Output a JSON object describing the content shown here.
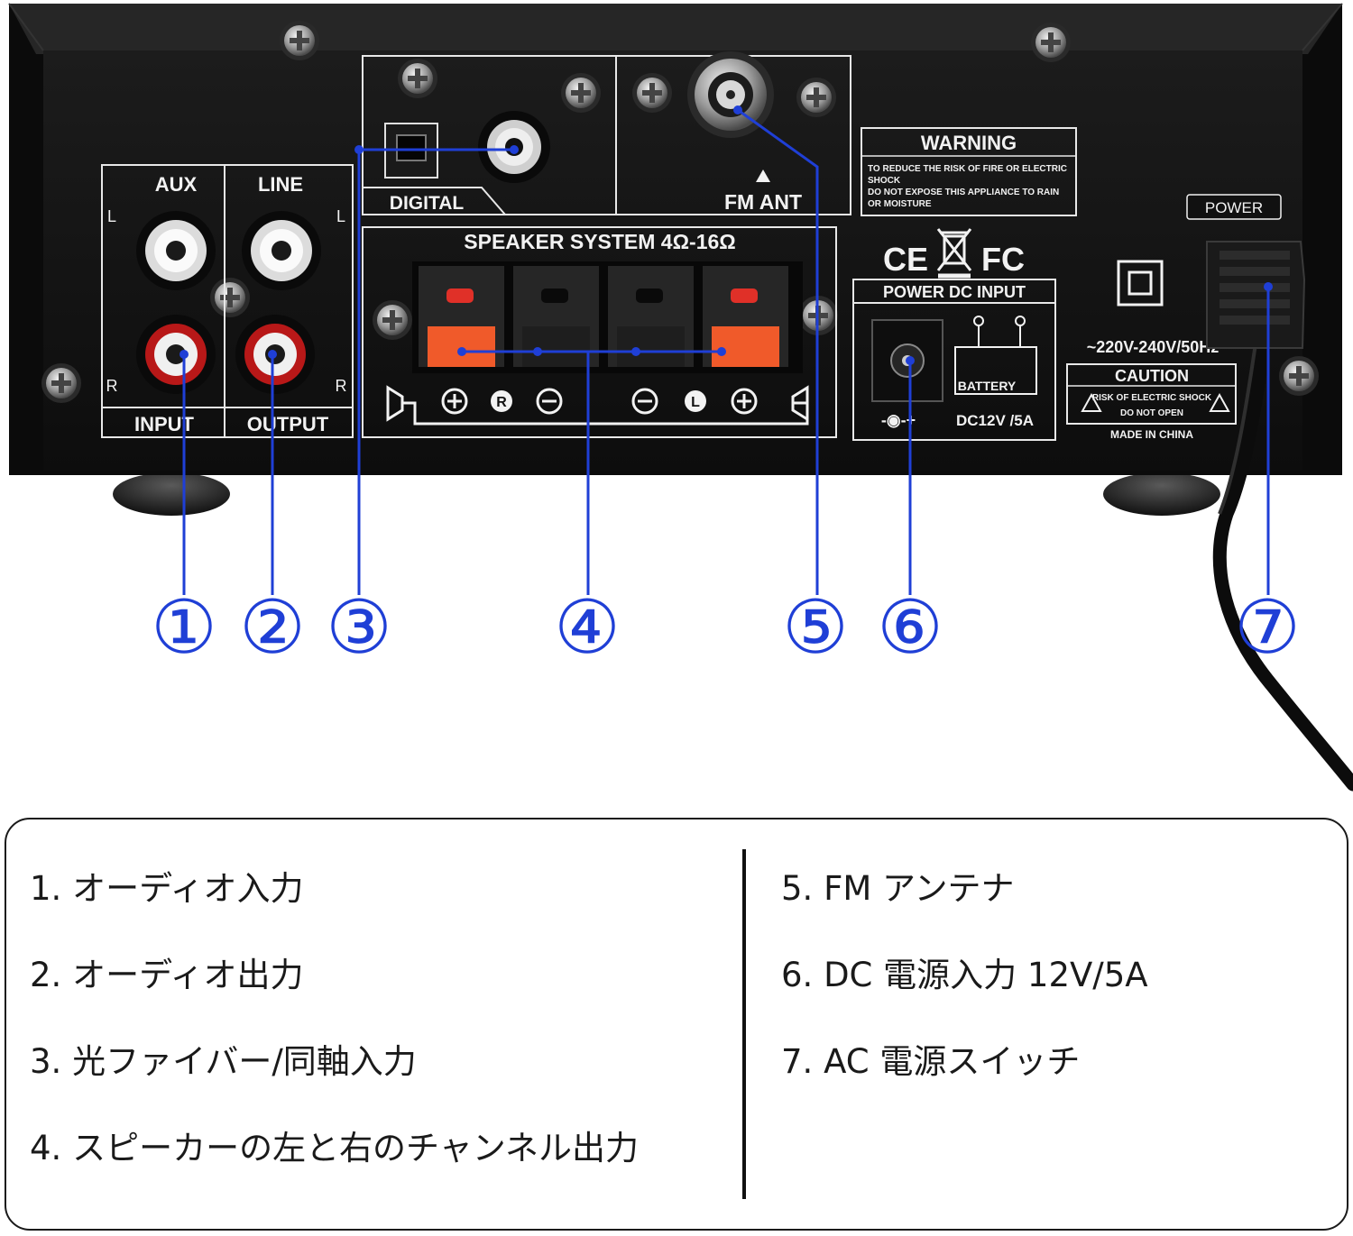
{
  "panel": {
    "aux": "AUX",
    "line": "LINE",
    "l_left": "L",
    "l_right": "L",
    "r_left": "R",
    "r_right": "R",
    "input": "INPUT",
    "output": "OUTPUT",
    "digital": "DIGITAL",
    "fm_ant": "FM ANT",
    "speaker_system": "SPEAKER SYSTEM 4Ω-16Ω",
    "speaker_r": "R",
    "speaker_l": "L",
    "power_dc_input": "POWER DC INPUT",
    "battery": "BATTERY",
    "dc_rating": "DC12V /5A",
    "dc_polarity": "-◉-+",
    "warning_title": "WARNING",
    "warning_line1": "TO REDUCE THE RISK OF FIRE OR ELECTRIC",
    "warning_line2": "SHOCK",
    "warning_line3": "DO NOT EXPOSE THIS APPLIANCE TO RAIN",
    "warning_line4": "OR MOISTURE",
    "cert_ce": "CE",
    "cert_fc": "FC",
    "power_label": "POWER",
    "ac_rating": "~220V-240V/50Hz",
    "caution_title": "CAUTION",
    "caution_line1": "RISK OF ELECTRIC SHOCK",
    "caution_line2": "DO NOT OPEN",
    "made_in": "MADE IN CHINA"
  },
  "callouts": [
    "①",
    "②",
    "③",
    "④",
    "⑤",
    "⑥",
    "⑦"
  ],
  "legend": {
    "left": [
      "1. オーディオ入力",
      "2. オーディオ出力",
      "3. 光ファイバー/同軸入力",
      "4. スピーカーの左と右のチャンネル出力"
    ],
    "right": [
      "5. FM アンテナ",
      "6. DC 電源入力 12V/5A",
      "7. AC 電源スイッチ"
    ]
  },
  "colors": {
    "callout_blue": "#1f3fd6",
    "chassis": "#151515",
    "label_white": "#f2f2f2",
    "rca_red": "#d81f1f",
    "terminal_orange": "#f05a2a"
  }
}
